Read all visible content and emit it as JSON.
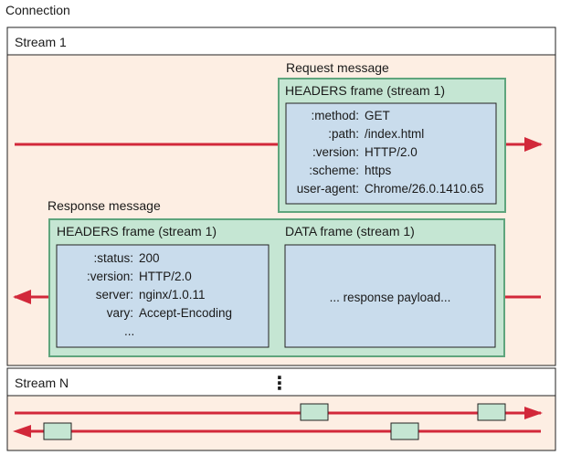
{
  "connection_label": "Connection",
  "stream1": {
    "label": "Stream 1",
    "request": {
      "caption": "Request message",
      "frame_title": "HEADERS frame (stream 1)",
      "headers": [
        {
          "key": ":method:",
          "value": "GET"
        },
        {
          "key": ":path:",
          "value": "/index.html"
        },
        {
          "key": ":version:",
          "value": "HTTP/2.0"
        },
        {
          "key": ":scheme:",
          "value": "https"
        },
        {
          "key": "user-agent:",
          "value": "Chrome/26.0.1410.65"
        }
      ]
    },
    "response": {
      "caption": "Response message",
      "headers_frame_title": "HEADERS frame (stream 1)",
      "headers": [
        {
          "key": ":status:",
          "value": "200"
        },
        {
          "key": ":version:",
          "value": "HTTP/2.0"
        },
        {
          "key": "server:",
          "value": "nginx/1.0.11"
        },
        {
          "key": "vary:",
          "value": "Accept-Encoding"
        },
        {
          "key": "",
          "value": "..."
        }
      ],
      "data_frame_title": "DATA frame (stream 1)",
      "payload_text": "... response payload..."
    }
  },
  "streamN": {
    "label": "Stream N",
    "ellipsis": "⋮"
  },
  "colors": {
    "stream_bg": "#fdeee3",
    "frame_green": "#c5e6d3",
    "frame_green_border": "#5fa57d",
    "inner_blue": "#c9dcec",
    "arrow_red": "#d2283a"
  }
}
